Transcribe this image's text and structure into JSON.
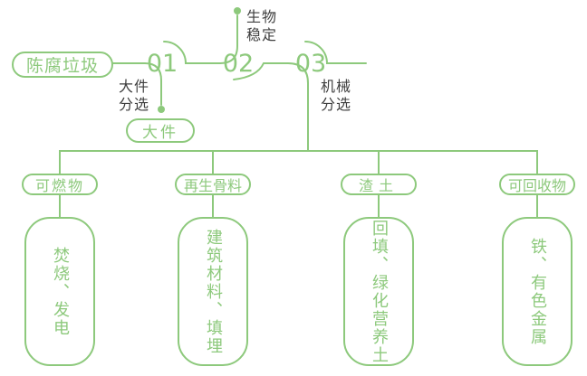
{
  "palette": {
    "accent_green": "#8dc97c",
    "label_gray": "#3f3f3f",
    "background": "#ffffff"
  },
  "flowchart": {
    "source": {
      "label": "陈腐垃圾"
    },
    "steps": [
      {
        "number": "01",
        "process_label": "大件分选",
        "branch_output": "大件"
      },
      {
        "number": "02",
        "process_label": "生物稳定"
      },
      {
        "number": "03",
        "process_label": "机械分选"
      }
    ],
    "outputs": [
      {
        "category": "可燃物",
        "disposal": "焚烧、发电"
      },
      {
        "category": "再生骨料",
        "disposal": "建筑材料、填埋"
      },
      {
        "category": "渣土",
        "disposal": "回填、绿化营养土"
      },
      {
        "category": "可回收物",
        "disposal": "铁、有色金属"
      }
    ]
  }
}
